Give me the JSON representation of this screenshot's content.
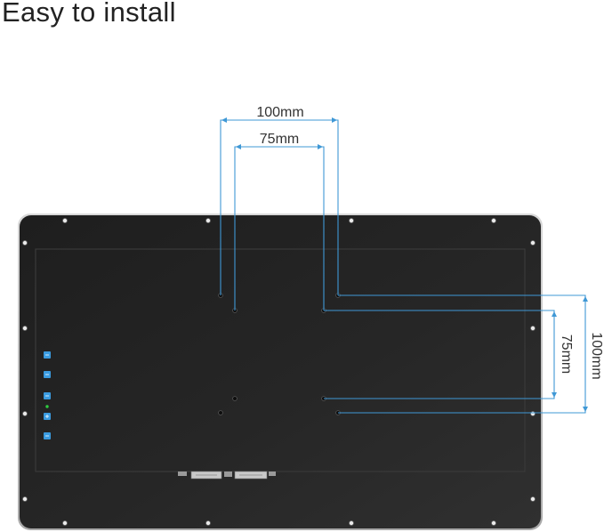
{
  "header": {
    "title": "Easy to install"
  },
  "dimensions": {
    "outer_horizontal": "100mm",
    "inner_horizontal": "75mm",
    "inner_vertical": "75mm",
    "outer_vertical": "100mm"
  },
  "side_buttons": [
    {
      "name": "menu-button",
      "glyph": "≡"
    },
    {
      "name": "left-button",
      "glyph": "‹"
    },
    {
      "name": "right-button",
      "glyph": "›"
    },
    {
      "name": "plus-button",
      "glyph": "+"
    },
    {
      "name": "minus-button",
      "glyph": "−"
    }
  ],
  "colors": {
    "panel": "#232323",
    "bezel": "#c9c9c9",
    "dimension_line": "#3f98d6",
    "button": "#3a9be0",
    "power_led": "#2ecc40"
  }
}
